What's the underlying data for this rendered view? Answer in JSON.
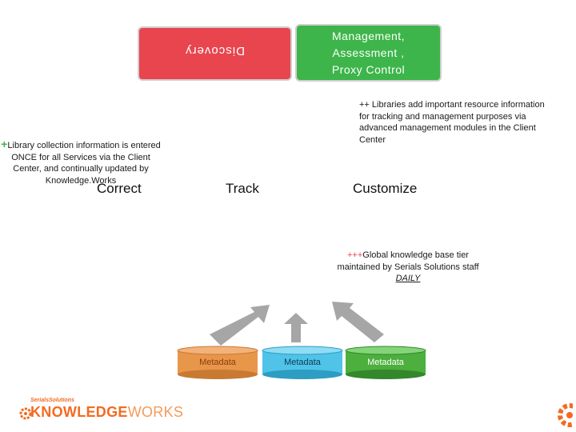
{
  "boxes": {
    "discovery": {
      "label": "Discovery",
      "color": "#e8454f"
    },
    "management": {
      "lines": [
        "Management,",
        "Assessment ,",
        "Proxy Control"
      ],
      "color": "#3db54a"
    }
  },
  "notes": {
    "libraries": "++ Libraries add important resource information for tracking and management purposes via advanced management modules in the Client Center",
    "collection": {
      "plus": "+",
      "text": "Library collection information is entered ONCE for all Services via the Client Center, and continually updated by Knowledge.Works"
    },
    "global": {
      "plus": "+++",
      "text": "Global knowledge base tier maintained by Serials Solutions staff ",
      "emphasis": "DAILY"
    }
  },
  "verbs": [
    "Correct",
    "Track",
    "Customize"
  ],
  "cylinders": [
    {
      "label": "Metadata",
      "color": "#e8964a"
    },
    {
      "label": "Metadata",
      "color": "#4fc3e8"
    },
    {
      "label": "Metadata",
      "color": "#4caf3e"
    }
  ],
  "logo": {
    "small": "SerialsSolutions",
    "bold": "KNOWLEDGE",
    "light": "WORKS"
  }
}
